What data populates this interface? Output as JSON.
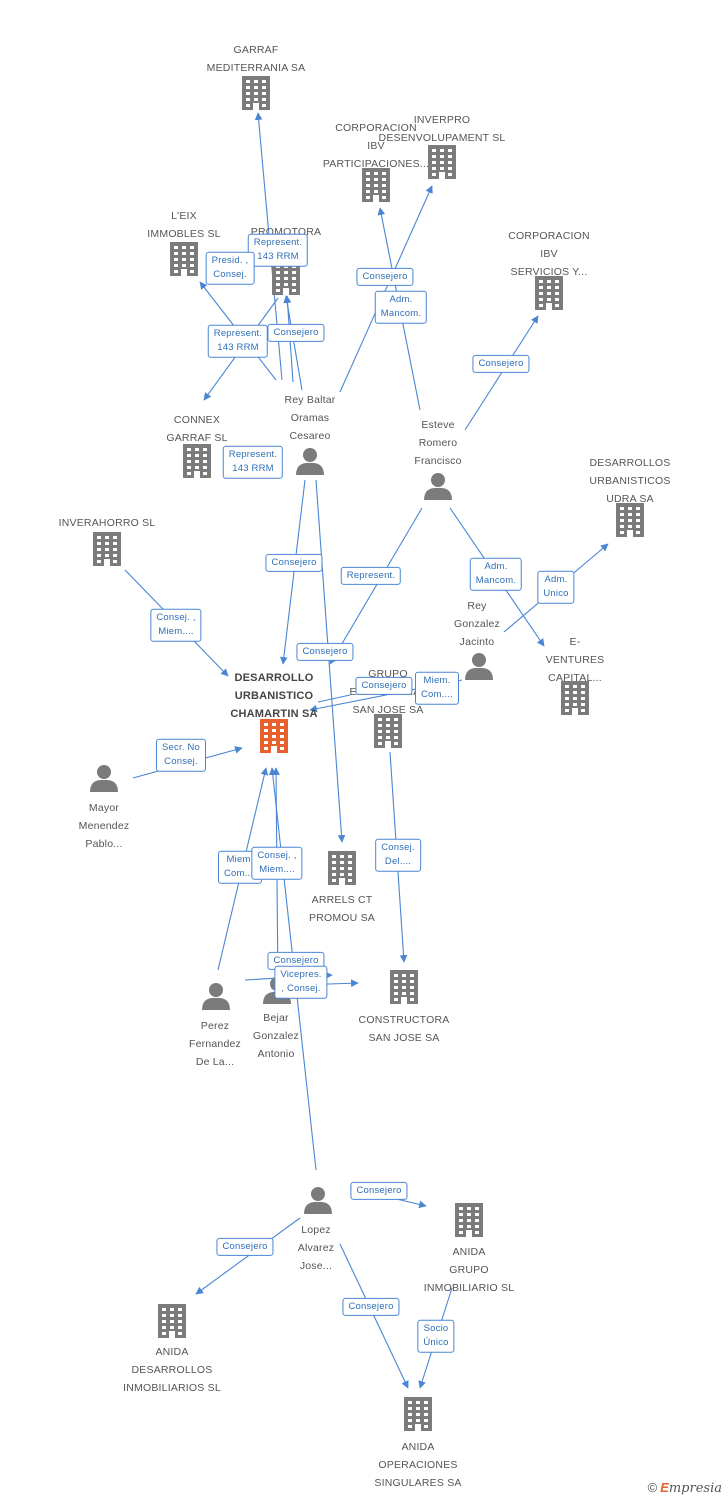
{
  "colors": {
    "edge": "#4a86d4",
    "icon": "#7b7b7b",
    "focus": "#e8602c",
    "tag_border": "#4a86d4",
    "tag_text": "#2f6fb8"
  },
  "nodes": [
    {
      "id": "garraf",
      "type": "company",
      "label": "GARRAF\nMEDITERRANIA SA"
    },
    {
      "id": "corp_ibv_part",
      "type": "company",
      "label": "CORPORACION\nIBV\nPARTICIPACIONES..."
    },
    {
      "id": "inverpro",
      "type": "company",
      "label": "INVERPRO\nDESENVOLUPAMENT SL"
    },
    {
      "id": "leix",
      "type": "company",
      "label": "L'EIX\nIMMOBLES SL"
    },
    {
      "id": "promotora",
      "type": "company",
      "label": "PROMOTORA\nI... SL"
    },
    {
      "id": "corp_ibv_serv",
      "type": "company",
      "label": "CORPORACION\nIBV\nSERVICIOS Y..."
    },
    {
      "id": "connex",
      "type": "company",
      "label": "CONNEX\nGARRAF SL"
    },
    {
      "id": "rey_baltar",
      "type": "person",
      "label": "Rey Baltar\nOramas\nCesareo"
    },
    {
      "id": "esteve",
      "type": "person",
      "label": "Esteve\nRomero\nFrancisco"
    },
    {
      "id": "udra",
      "type": "company",
      "label": "DESARROLLOS\nURBANISTICOS\nUDRA SA"
    },
    {
      "id": "inverahorro",
      "type": "company",
      "label": "INVERAHORRO SL"
    },
    {
      "id": "rey_gonzalez",
      "type": "person",
      "label": "Rey\nGonzalez\nJacinto"
    },
    {
      "id": "eventures",
      "type": "company",
      "label": "E-\nVENTURES\nCAPITAL..."
    },
    {
      "id": "focus",
      "type": "focus",
      "label": "DESARROLLO\nURBANISTICO\nCHAMARTIN SA"
    },
    {
      "id": "grupo_sj",
      "type": "company",
      "label": "GRUPO\nEMPRESARIAL\nSAN JOSE SA"
    },
    {
      "id": "mayor",
      "type": "person",
      "label": "Mayor\nMenendez\nPablo..."
    },
    {
      "id": "arrels",
      "type": "company",
      "label": "ARRELS CT\nPROMOU SA"
    },
    {
      "id": "perez",
      "type": "person",
      "label": "Perez\nFernandez\nDe La..."
    },
    {
      "id": "bejar",
      "type": "person",
      "label": "Bejar\nGonzalez\nAntonio"
    },
    {
      "id": "constructora",
      "type": "company",
      "label": "CONSTRUCTORA\nSAN JOSE SA"
    },
    {
      "id": "lopez",
      "type": "person",
      "label": "Lopez\nAlvarez\nJose..."
    },
    {
      "id": "anida_grupo",
      "type": "company",
      "label": "ANIDA\nGRUPO\nINMOBILIARIO SL"
    },
    {
      "id": "anida_des",
      "type": "company",
      "label": "ANIDA\nDESARROLLOS\nINMOBILIARIOS SL"
    },
    {
      "id": "anida_ops",
      "type": "company",
      "label": "ANIDA\nOPERACIONES\nSINGULARES SA"
    }
  ],
  "relations": [
    {
      "label": "Represent.\n143 RRM"
    },
    {
      "label": "Presid. ,\nConsej."
    },
    {
      "label": "Represent.\n143 RRM"
    },
    {
      "label": "Consejero"
    },
    {
      "label": "Represent.\n143 RRM"
    },
    {
      "label": "Consejero"
    },
    {
      "label": "Adm.\nMancom."
    },
    {
      "label": "Consejero"
    },
    {
      "label": "Consejero"
    },
    {
      "label": "Represent."
    },
    {
      "label": "Consej. ,\nMiem...."
    },
    {
      "label": "Consejero"
    },
    {
      "label": "Adm.\nMancom."
    },
    {
      "label": "Adm.\nUnico"
    },
    {
      "label": "Consejero"
    },
    {
      "label": "Miem.\nCom...."
    },
    {
      "label": "Secr. No\nConsej."
    },
    {
      "label": "Consej.\nDel...."
    },
    {
      "label": "Miem.\nCom...."
    },
    {
      "label": "Consej. ,\nMiem...."
    },
    {
      "label": "Consejero"
    },
    {
      "label": "Vicepres.\n, Consej."
    },
    {
      "label": "Consejero"
    },
    {
      "label": "Consejero"
    },
    {
      "label": "Consejero"
    },
    {
      "label": "Socio\nÚnico"
    }
  ],
  "credit": {
    "symbol": "©",
    "brand_initial": "E",
    "brand_rest": "mpresia"
  }
}
